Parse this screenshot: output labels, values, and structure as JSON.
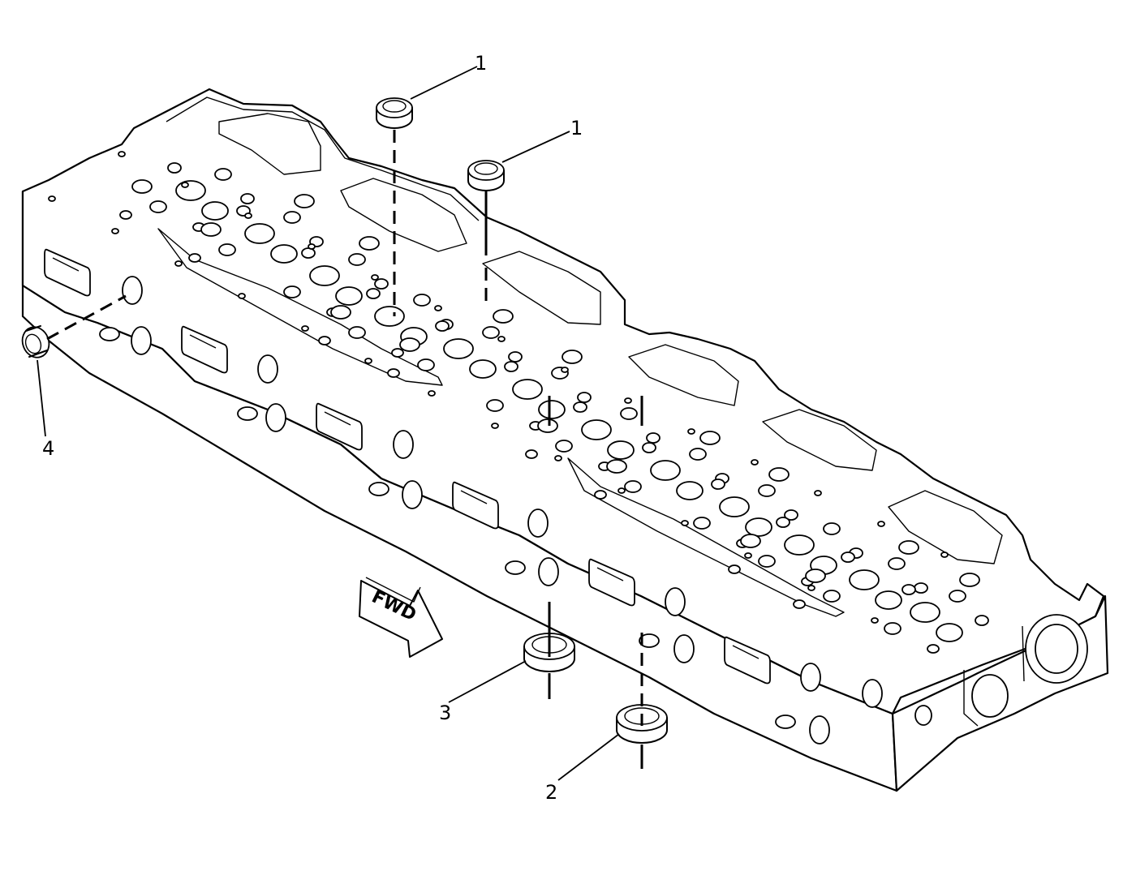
{
  "diagram": {
    "direction_label": "FWD",
    "callouts": [
      {
        "id": "callout-1a",
        "label": "1"
      },
      {
        "id": "callout-1b",
        "label": "1"
      },
      {
        "id": "callout-2",
        "label": "2"
      },
      {
        "id": "callout-3",
        "label": "3"
      },
      {
        "id": "callout-4",
        "label": "4"
      }
    ]
  }
}
